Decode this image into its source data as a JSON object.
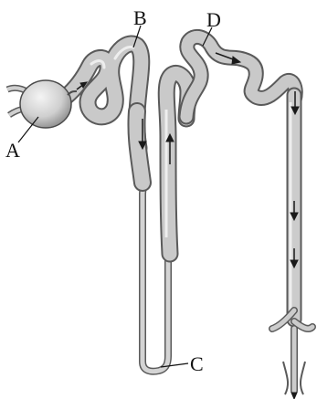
{
  "labels": {
    "A": "A",
    "B": "B",
    "C": "C",
    "D": "D"
  },
  "colors": {
    "tubule_fill": "#c9c9c9",
    "tubule_outline": "#5a5a5a",
    "highlight": "#eeeeee",
    "arrow": "#1a1a1a",
    "background": "#ffffff"
  }
}
